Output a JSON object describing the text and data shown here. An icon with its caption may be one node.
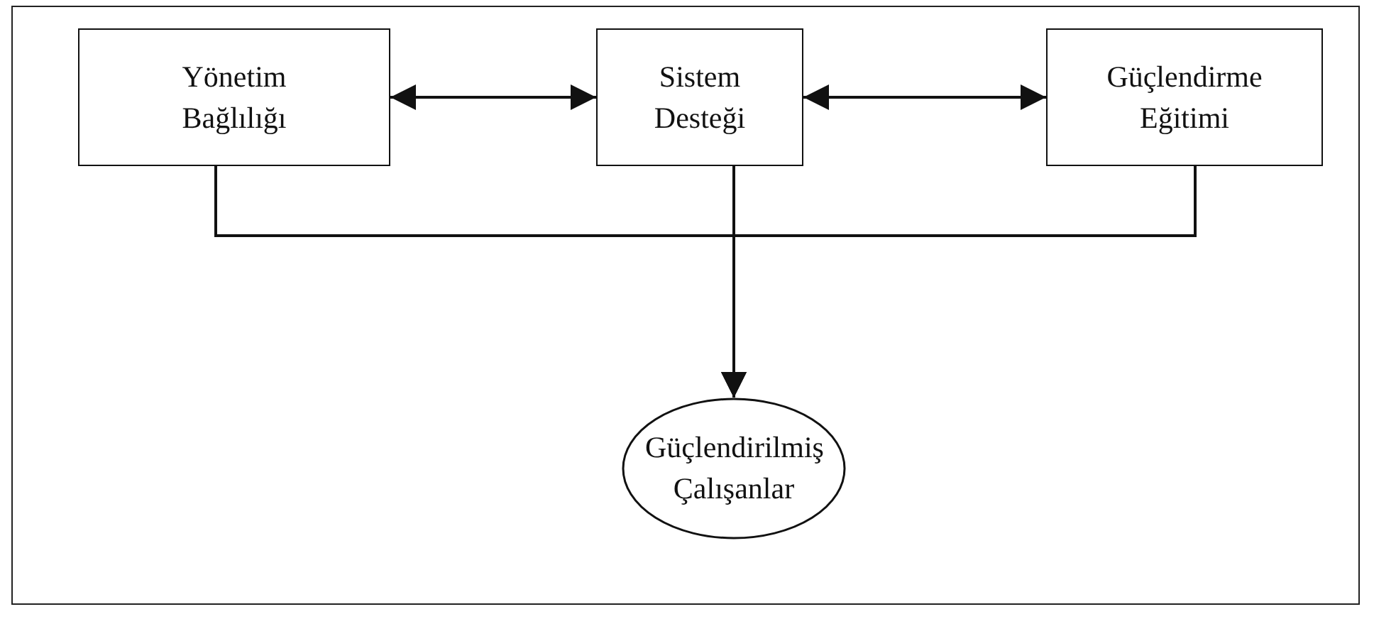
{
  "diagram": {
    "nodes": [
      {
        "text": [
          "Yönetim Bağlılığı"
        ]
      },
      {
        "text": [
          "Sistem Desteği"
        ]
      },
      {
        "text": [
          "Güçlendirme Eğitimi"
        ]
      },
      {
        "text": [
          "Güçlendirilmiş Çalışanlar"
        ]
      }
    ],
    "edges": [
      {
        "from": 0,
        "to": 1,
        "arrow": "both"
      },
      {
        "from": 1,
        "to": 2,
        "arrow": "both"
      },
      {
        "from": 0,
        "to": 3,
        "arrow": "to"
      },
      {
        "from": 1,
        "to": 3,
        "arrow": "to"
      },
      {
        "from": 2,
        "to": 3,
        "arrow": "to"
      }
    ]
  }
}
